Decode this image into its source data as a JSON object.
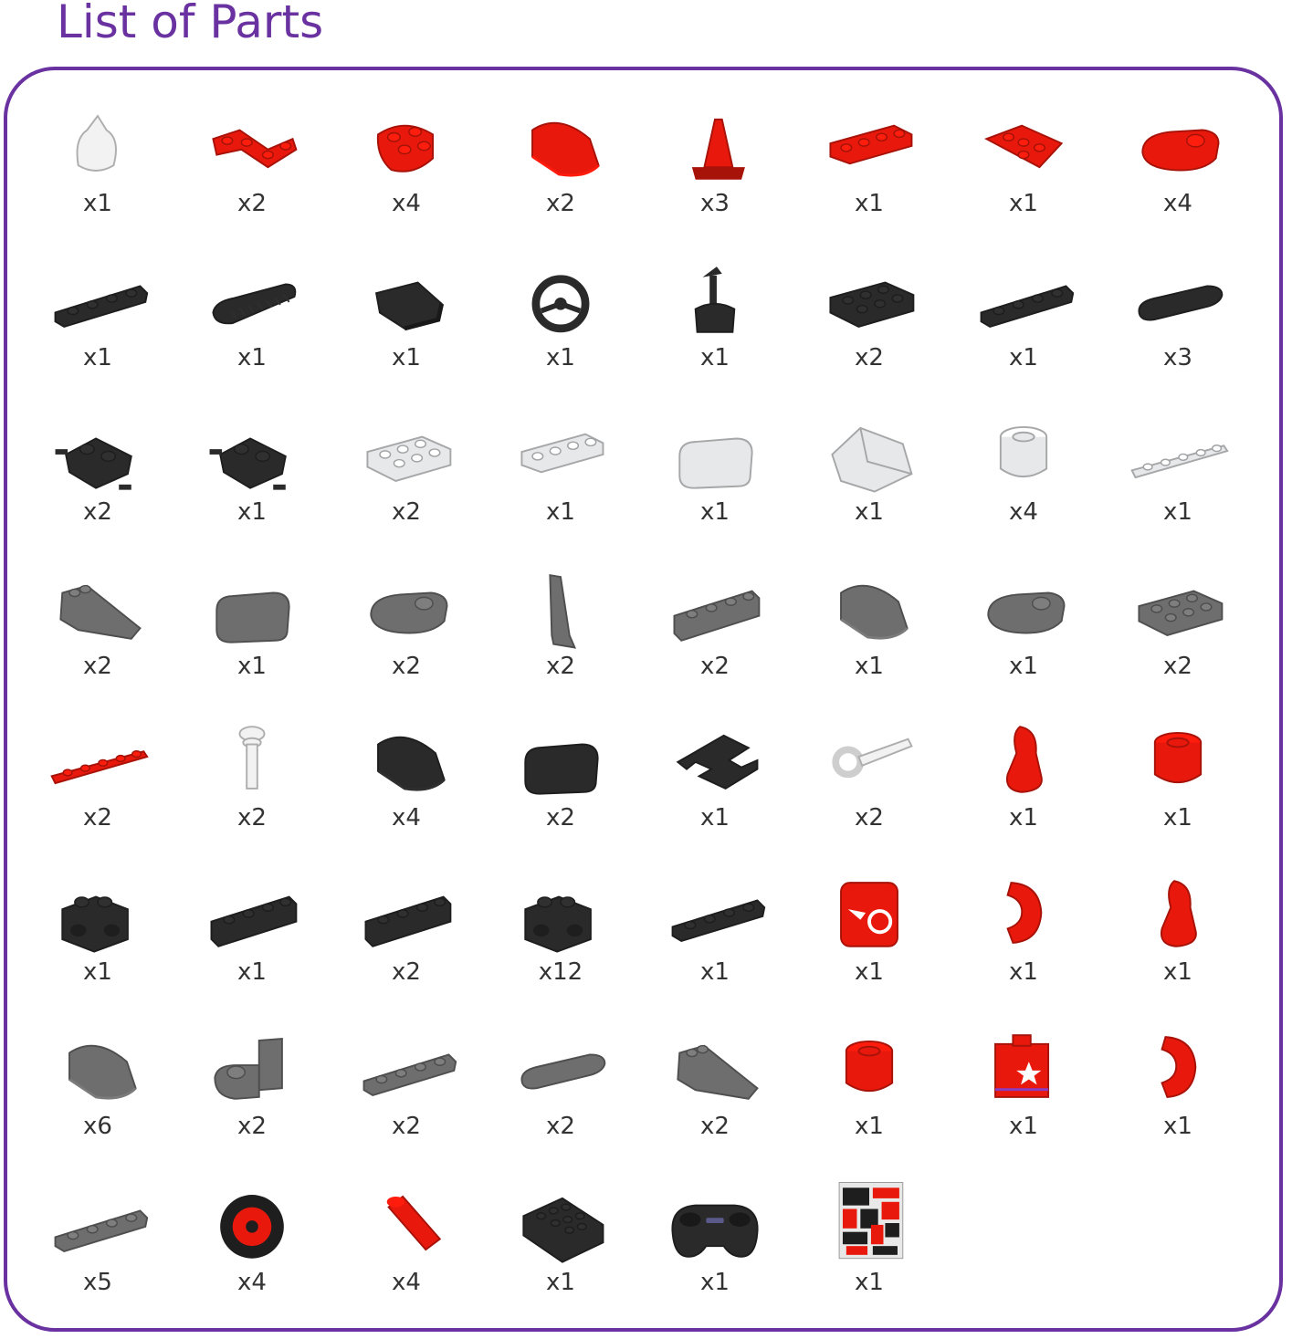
{
  "title": "List of Parts",
  "colors": {
    "accent": "#6a32a0",
    "red": "#e8190c",
    "black": "#2a2a2a",
    "gray": "#6e6e6e",
    "white": "#f2f2f2",
    "clear": "#e6e8ea"
  },
  "parts": [
    {
      "name": "white-seat",
      "color": "white",
      "shape": "seat",
      "qty": "x1"
    },
    {
      "name": "red-l-plate",
      "color": "red",
      "shape": "angle",
      "qty": "x2"
    },
    {
      "name": "red-round-corner-plate",
      "color": "red",
      "shape": "corner",
      "qty": "x4"
    },
    {
      "name": "red-curved-slope",
      "color": "red",
      "shape": "curve",
      "qty": "x2"
    },
    {
      "name": "red-traffic-cone",
      "color": "red",
      "shape": "cone",
      "qty": "x3"
    },
    {
      "name": "red-bracket-plate",
      "color": "red",
      "shape": "bracket",
      "qty": "x1"
    },
    {
      "name": "red-wing-plate",
      "color": "red",
      "shape": "wing",
      "qty": "x1"
    },
    {
      "name": "red-round-end-plate",
      "color": "red",
      "shape": "roundplate",
      "qty": "x4"
    },
    {
      "name": "black-1x4-plate",
      "color": "black",
      "shape": "bar",
      "qty": "x1"
    },
    {
      "name": "black-grille-tile",
      "color": "black",
      "shape": "grille",
      "qty": "x1"
    },
    {
      "name": "black-slope-tile",
      "color": "black",
      "shape": "slopetile",
      "qty": "x1"
    },
    {
      "name": "black-steering-wheel",
      "color": "black",
      "shape": "wheel",
      "qty": "x1"
    },
    {
      "name": "black-joystick",
      "color": "black",
      "shape": "joystick",
      "qty": "x1"
    },
    {
      "name": "black-2x4-plate",
      "color": "black",
      "shape": "plate",
      "qty": "x2"
    },
    {
      "name": "black-1x4-plate-b",
      "color": "black",
      "shape": "bar",
      "qty": "x1"
    },
    {
      "name": "black-long-tile",
      "color": "black",
      "shape": "tile",
      "qty": "x3"
    },
    {
      "name": "black-axle-holder",
      "color": "black",
      "shape": "axlehold",
      "qty": "x2"
    },
    {
      "name": "black-axle-holder-b",
      "color": "black",
      "shape": "axlehold",
      "qty": "x1"
    },
    {
      "name": "clear-2x4-plate",
      "color": "clear",
      "shape": "plate",
      "qty": "x2"
    },
    {
      "name": "clear-bracket",
      "color": "clear",
      "shape": "bracket",
      "qty": "x1"
    },
    {
      "name": "clear-square-plate",
      "color": "clear",
      "shape": "square",
      "qty": "x1"
    },
    {
      "name": "clear-windscreen",
      "color": "clear",
      "shape": "windscreen",
      "qty": "x1"
    },
    {
      "name": "clear-round-light",
      "color": "clear",
      "shape": "round",
      "qty": "x4"
    },
    {
      "name": "clear-1x6-plate",
      "color": "clear",
      "shape": "thinbar",
      "qty": "x1"
    },
    {
      "name": "gray-wedge-slope",
      "color": "gray",
      "shape": "wedge",
      "qty": "x2"
    },
    {
      "name": "gray-square-tile",
      "color": "gray",
      "shape": "square",
      "qty": "x1"
    },
    {
      "name": "gray-round-tile",
      "color": "gray",
      "shape": "roundplate",
      "qty": "x2"
    },
    {
      "name": "gray-fin",
      "color": "gray",
      "shape": "fin",
      "qty": "x2"
    },
    {
      "name": "gray-1x4-brick",
      "color": "gray",
      "shape": "brick",
      "qty": "x2"
    },
    {
      "name": "gray-curved-slope",
      "color": "gray",
      "shape": "curve",
      "qty": "x1"
    },
    {
      "name": "gray-round-end-plate",
      "color": "gray",
      "shape": "roundplate",
      "qty": "x1"
    },
    {
      "name": "gray-2x4-plate",
      "color": "gray",
      "shape": "plate",
      "qty": "x2"
    },
    {
      "name": "red-1x6-plate",
      "color": "red",
      "shape": "thinbar",
      "qty": "x2"
    },
    {
      "name": "white-antenna",
      "color": "white",
      "shape": "antenna",
      "qty": "x2"
    },
    {
      "name": "black-curved-slope",
      "color": "black",
      "shape": "curve",
      "qty": "x4"
    },
    {
      "name": "black-2x2-brick",
      "color": "black",
      "shape": "square",
      "qty": "x2"
    },
    {
      "name": "black-u-bracket",
      "color": "black",
      "shape": "ubracket",
      "qty": "x1"
    },
    {
      "name": "white-bar-holder",
      "color": "white",
      "shape": "holder",
      "qty": "x2"
    },
    {
      "name": "red-hair",
      "color": "red",
      "shape": "hair",
      "qty": "x1"
    },
    {
      "name": "red-round-brick",
      "color": "red",
      "shape": "round",
      "qty": "x1"
    },
    {
      "name": "black-side-stud-brick",
      "color": "black",
      "shape": "sidestud",
      "qty": "x1"
    },
    {
      "name": "black-1x4-brick",
      "color": "black",
      "shape": "brick",
      "qty": "x1"
    },
    {
      "name": "black-side-stud-brick-long",
      "color": "black",
      "shape": "brick",
      "qty": "x2"
    },
    {
      "name": "black-side-stud-brick-b",
      "color": "black",
      "shape": "sidestud",
      "qty": "x12"
    },
    {
      "name": "black-1x6-plate",
      "color": "black",
      "shape": "bar",
      "qty": "x1"
    },
    {
      "name": "red-minifig-head",
      "color": "red",
      "shape": "head",
      "qty": "x1"
    },
    {
      "name": "red-arm",
      "color": "red",
      "shape": "arm",
      "qty": "x1"
    },
    {
      "name": "red-hair-b",
      "color": "red",
      "shape": "hair",
      "qty": "x1"
    },
    {
      "name": "gray-curved-brick",
      "color": "gray",
      "shape": "curve",
      "qty": "x6"
    },
    {
      "name": "gray-bracket-brick",
      "color": "gray",
      "shape": "bracketbrick",
      "qty": "x2"
    },
    {
      "name": "gray-1x3-plate",
      "color": "gray",
      "shape": "bar",
      "qty": "x2"
    },
    {
      "name": "gray-rounded-tile",
      "color": "gray",
      "shape": "tile",
      "qty": "x2"
    },
    {
      "name": "gray-small-wedge",
      "color": "gray",
      "shape": "wedge",
      "qty": "x2"
    },
    {
      "name": "red-minifig-legs",
      "color": "red",
      "shape": "round",
      "qty": "x1"
    },
    {
      "name": "red-minifig-torso",
      "color": "red",
      "shape": "torso",
      "qty": "x1"
    },
    {
      "name": "red-arm-b",
      "color": "red",
      "shape": "arm",
      "qty": "x1"
    },
    {
      "name": "gray-1x4-plate",
      "color": "gray",
      "shape": "bar",
      "qty": "x5"
    },
    {
      "name": "tire-with-rim",
      "color": "black",
      "shape": "tire",
      "qty": "x4"
    },
    {
      "name": "red-axle-pin",
      "color": "red",
      "shape": "pin",
      "qty": "x4"
    },
    {
      "name": "black-battery-box",
      "color": "black",
      "shape": "battery",
      "qty": "x1"
    },
    {
      "name": "remote-controller",
      "color": "black",
      "shape": "controller",
      "qty": "x1"
    },
    {
      "name": "sticker-sheet",
      "color": "red",
      "shape": "sticker",
      "qty": "x1"
    }
  ]
}
